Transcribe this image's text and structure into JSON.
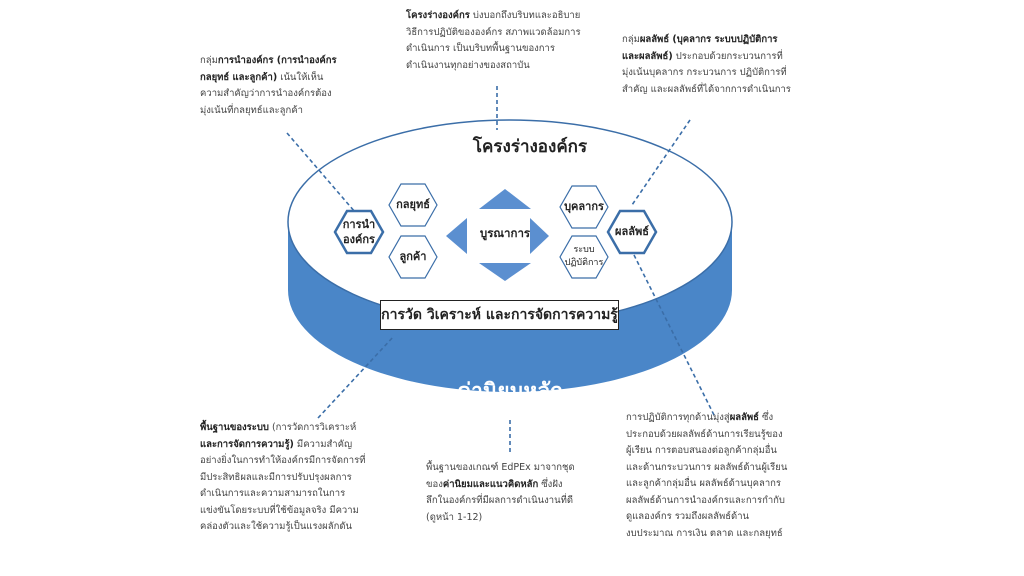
{
  "diagram": {
    "center_title": "โครงร่างองค์กร",
    "hexagons": {
      "leadership": [
        "การนำ",
        "องค์กร"
      ],
      "strategy": "กลยุทธ์",
      "customers": "ลูกค้า",
      "workforce": "บุคลากร",
      "operations": [
        "ระบบ",
        "ปฏิบัติการ"
      ],
      "results": "ผลลัพธ์"
    },
    "integration_label": "บูรณาการ",
    "measurement_box": "การวัด วิเคราะห์ และการจัดการความรู้",
    "core_values_label": "ค่านิยมหลัก"
  },
  "notes": {
    "profile": {
      "bold": "โครงร่างองค์กร",
      "lines_after_bold": [
        " บ่งบอกถึงบริบทและอธิบาย",
        "วิธีการปฏิบัติขององค์กร สภาพแวดล้อมการ",
        "ดำเนินการ เป็นบริบทพื้นฐานของการ",
        "ดำเนินงานทุกอย่างของสถาบัน"
      ]
    },
    "leadership_triad": {
      "prefix": "กลุ่ม",
      "bold_1": "การนำองค์กร (การนำองค์กร",
      "bold_2": "กลยุทธ์ และลูกค้า)",
      "after_bold_2": " เน้นให้เห็น",
      "lines": [
        "ความสำคัญว่าการนำองค์กรต้อง",
        "มุ่งเน้นที่กลยุทธ์และลูกค้า"
      ]
    },
    "results_triad": {
      "prefix": "กลุ่ม",
      "bold_1": "ผลลัพธ์ (บุคลากร ระบบปฏิบัติการ",
      "bold_2": "และผลลัพธ์)",
      "after_bold_2": " ประกอบด้วยกระบวนการที่",
      "lines": [
        "มุ่งเน้นบุคลากร กระบวนการ ปฏิบัติการที่",
        "สำคัญ และผลลัพธ์ที่ได้จากการดำเนินการ"
      ]
    },
    "system_foundation": {
      "bold_1": "พื้นฐานของระบบ",
      "after_bold_1": " (การวัดการวิเคราะห์",
      "bold_2": "และการจัดการความรู้)",
      "after_bold_2": " มีความสำคัญ",
      "lines": [
        "อย่างยิ่งในการทำให้องค์กรมีการจัดการที่",
        "มีประสิทธิผลและมีการปรับปรุงผลการ",
        "ดำเนินการและความสามารถในการ",
        "แข่งขันโดยระบบที่ใช้ข้อมูลจริง มีความ",
        "คล่องตัวและใช้ความรู้เป็นแรงผลักดัน"
      ]
    },
    "core_values": {
      "line_1": "พื้นฐานของเกณฑ์ EdPEx มาจากชุด",
      "prefix_2": "ของ",
      "bold": "ค่านิยมและแนวคิดหลัก",
      "after_bold": " ซึ่งฝัง",
      "lines": [
        "ลึกในองค์กรที่มีผลการดำเนินงานที่ดี",
        "(ดูหน้า 1-12)"
      ]
    },
    "results_focus": {
      "prefix": "การปฏิบัติการทุกด้านมุ่งสู่",
      "bold": "ผลลัพธ์",
      "after_bold": " ซึ่ง",
      "lines": [
        "ประกอบด้วยผลลัพธ์ด้านการเรียนรู้ของ",
        "ผู้เรียน การตอบสนองต่อลูกค้ากลุ่มอื่น",
        "และด้านกระบวนการ ผลลัพธ์ด้านผู้เรียน",
        "และลูกค้ากลุ่มอื่น ผลลัพธ์ด้านบุคลากร",
        "ผลลัพธ์ด้านการนำองค์กรและการกำกับ",
        "ดูแลองค์กร รวมถึงผลลัพธ์ด้าน",
        "งบประมาณ การเงิน ตลาด และกลยุทธ์"
      ]
    }
  },
  "colors": {
    "cylinder_side": "#4a86c8",
    "cylinder_top_edge": "#3b6ea8",
    "hex_stroke": "#3b6ea8",
    "arrow_fill": "#5b8fd0",
    "connector": "#3b6ea8"
  }
}
